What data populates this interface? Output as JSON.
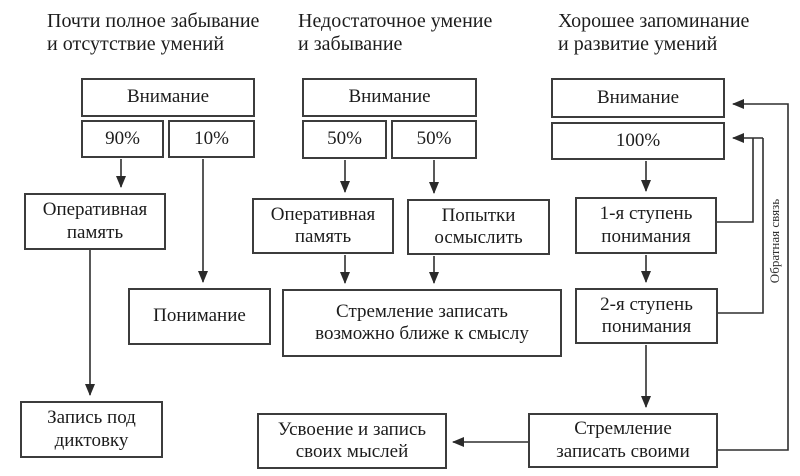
{
  "colors": {
    "background": "#ffffff",
    "box_border": "#3c3c3c",
    "text": "#1c1c1c",
    "connector": "#2f2f2f"
  },
  "headers": [
    {
      "text": "Почти полное забывание\nи отсутствие умений"
    },
    {
      "text": "Недостаточное умение\nи забывание"
    },
    {
      "text": "Хорошее запоминание\nи развитие умений"
    }
  ],
  "boxes": {
    "left_attention": "Внимание",
    "left_pct_90": "90%",
    "left_pct_10": "10%",
    "left_operative_memory": "Оперативная\nпамять",
    "left_understanding": "Понимание",
    "left_dictation_note": "Запись под\nдиктовку",
    "mid_attention": "Внимание",
    "mid_pct_50_left": "50%",
    "mid_pct_50_right": "50%",
    "mid_operative_memory": "Оперативная\nпамять",
    "mid_comprehension_attempts": "Попытки\nосмыслить",
    "mid_write_close_to_meaning": "Стремление записать\nвозможно ближе к смыслу",
    "mid_assimilation_own_thoughts": "Усвоение и запись\nсвоих мыслей",
    "right_attention": "Внимание",
    "right_pct_100": "100%",
    "right_understanding_stage1": "1-я ступень\nпонимания",
    "right_understanding_stage2": "2-я ступень\nпонимания",
    "right_write_own_words": "Стремление\nзаписать своими"
  },
  "labels": {
    "feedback": "Обратная связь"
  }
}
